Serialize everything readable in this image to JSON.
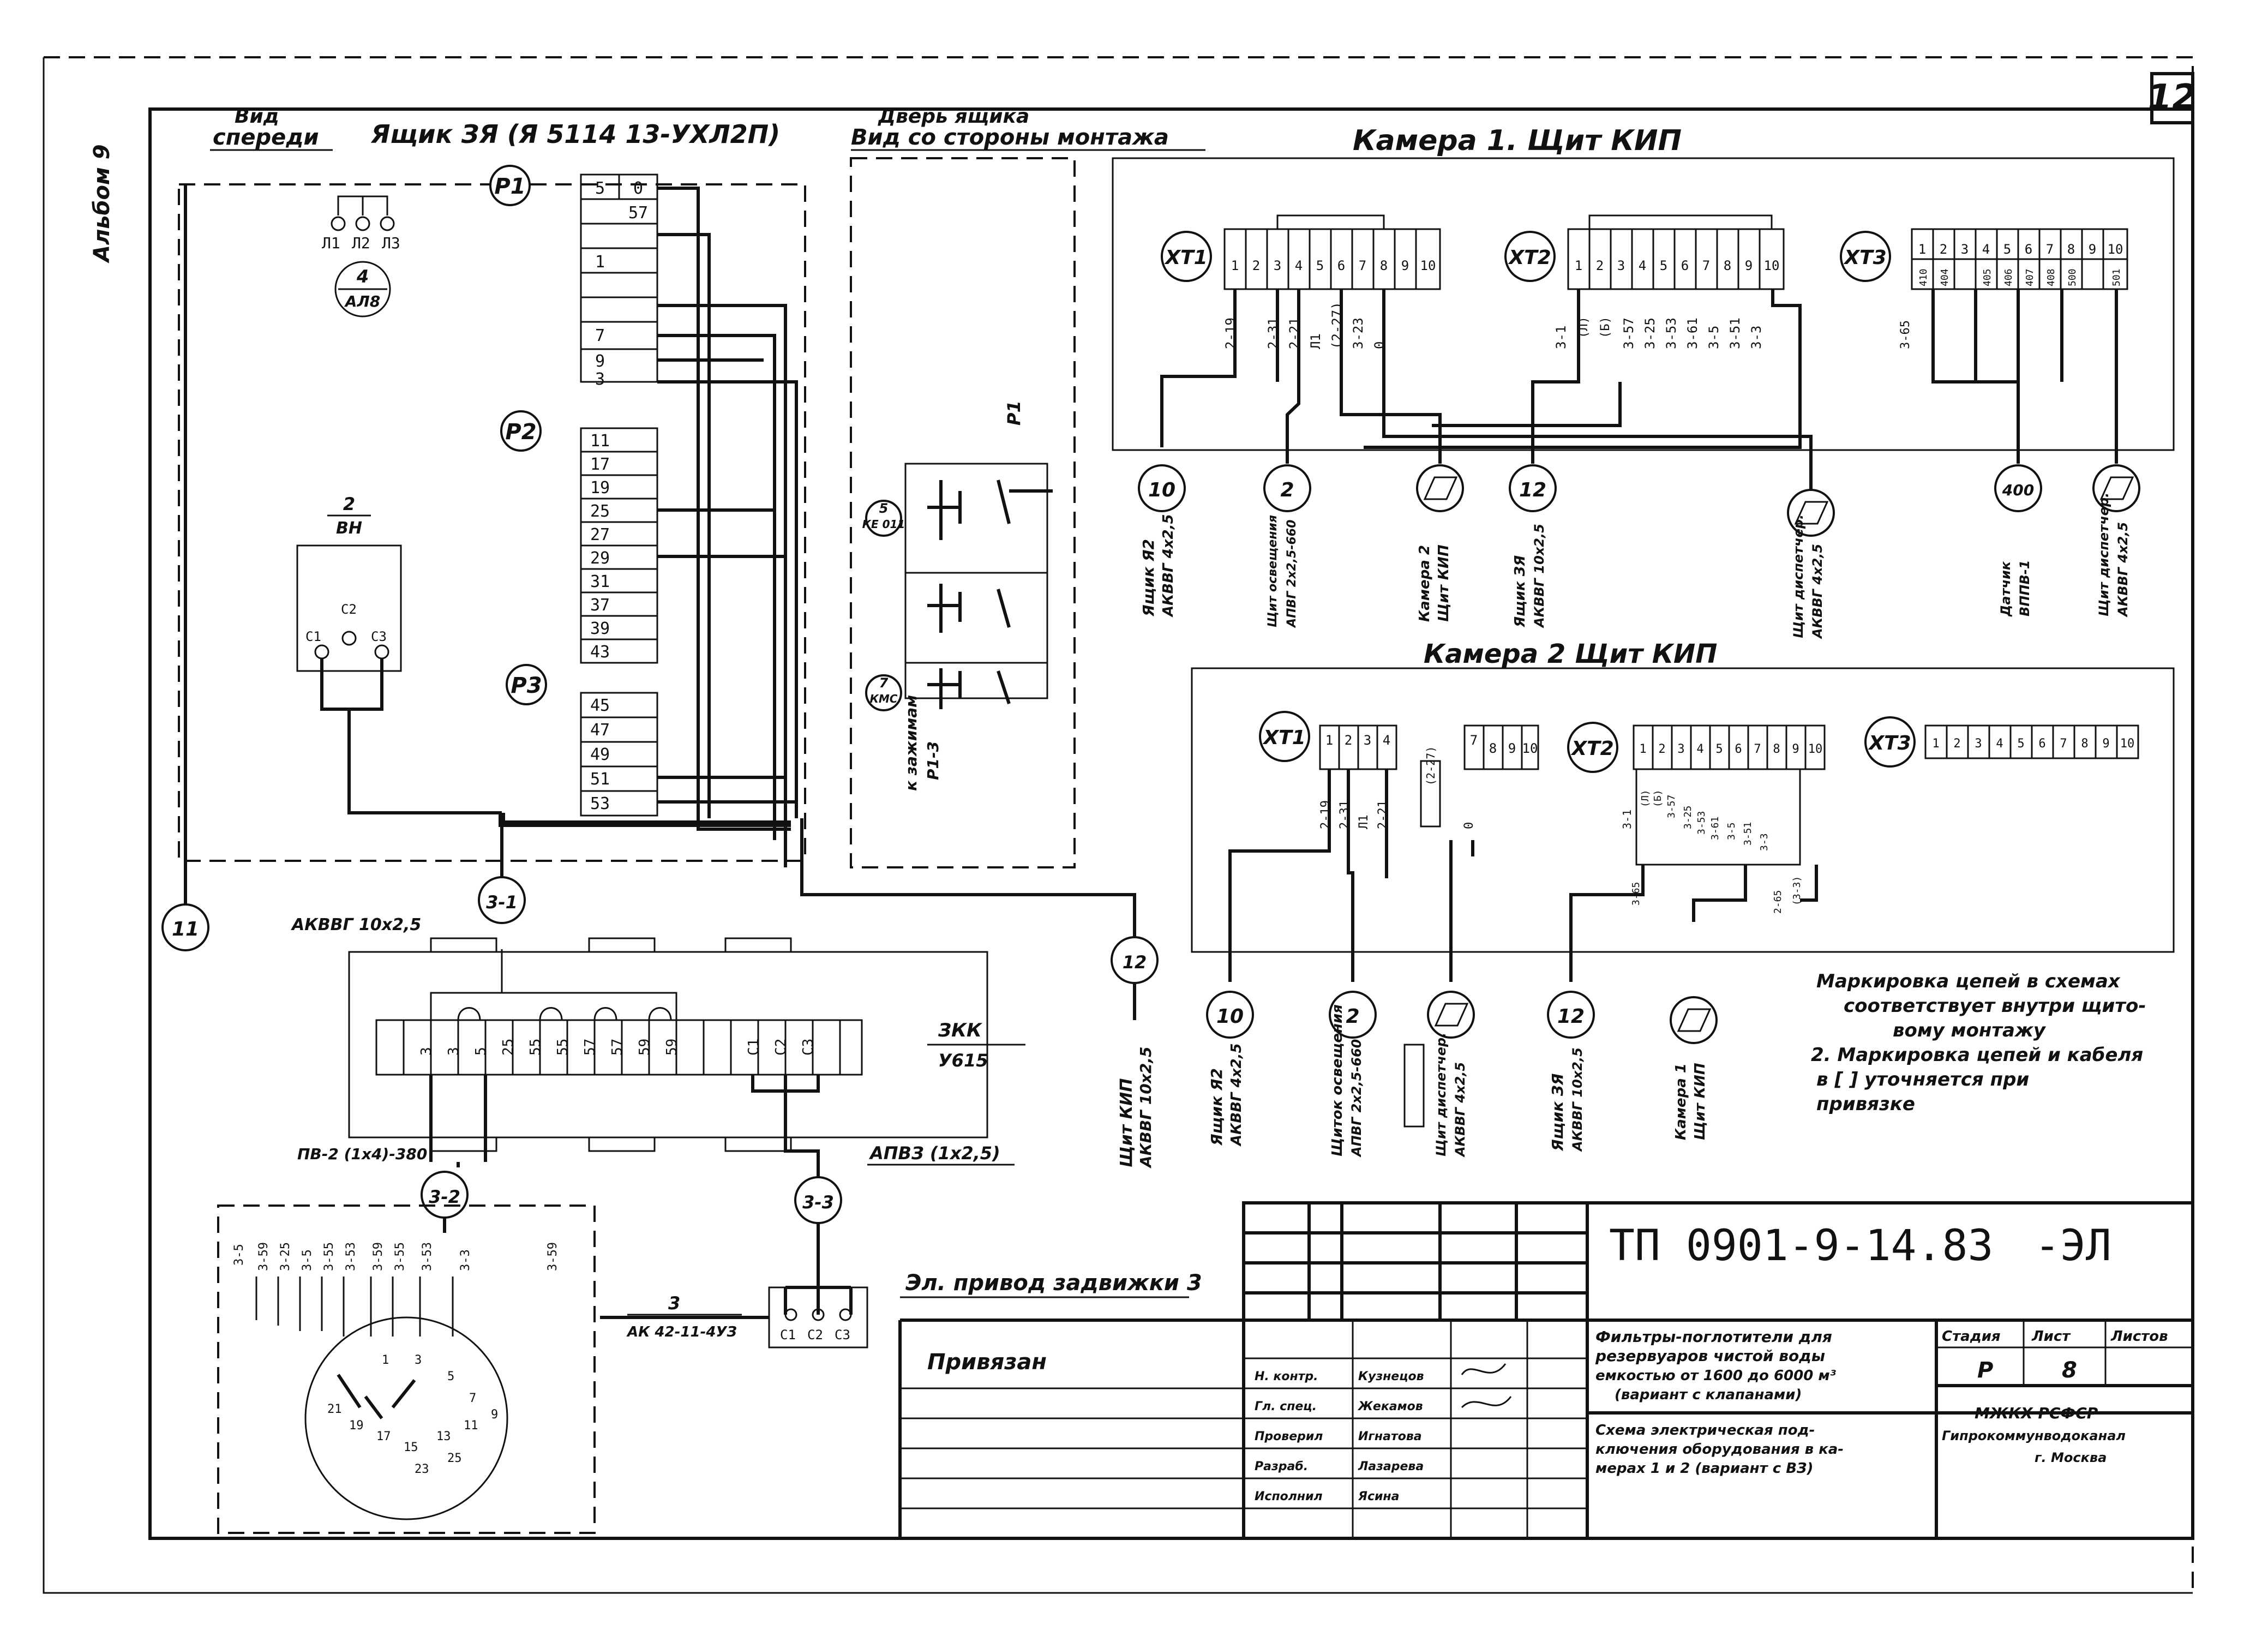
{
  "sheet_number": "12",
  "album_label": "Альбом 9",
  "panel": {
    "view_label_a": "Вид",
    "view_label_b": "спереди",
    "title": "Ящик ЗЯ (Я 5114 13-УХЛ2П)",
    "relays": [
      "Р1",
      "Р2",
      "Р3"
    ],
    "lamp_marks": [
      "Л1",
      "Л2",
      "Л3"
    ],
    "lamp_ref": "4",
    "lamp_type": "АЛ8",
    "switch_ref": "2",
    "switch_type": "ВН",
    "switch_contacts": [
      "С1",
      "С2",
      "С3"
    ],
    "terminals_top": [
      "5",
      "0",
      "57",
      "1",
      "7",
      "9",
      "3"
    ],
    "terminals_mid": [
      "11",
      "17",
      "19",
      "25",
      "27",
      "29",
      "31",
      "37",
      "39",
      "43"
    ],
    "terminals_bot": [
      "45",
      "47",
      "49",
      "51",
      "53"
    ]
  },
  "door": {
    "title_a": "Дверь ящика",
    "title_b": "Вид со стороны монтажа",
    "relay_mark": "Р1",
    "button_refs": [
      "5",
      "7"
    ],
    "button_types": [
      "КЕ 011",
      "КМС"
    ],
    "note_a": "к зажимам",
    "note_b": "Р1-3"
  },
  "chamber1": {
    "title": "Камера 1. Щит КИП",
    "blocks": [
      {
        "id": "ХТ1",
        "terminals": [
          "1",
          "2",
          "3",
          "4",
          "5",
          "6",
          "7",
          "8",
          "9",
          "10"
        ]
      },
      {
        "id": "ХТ2",
        "terminals": [
          "1",
          "2",
          "3",
          "4",
          "5",
          "6",
          "7",
          "8",
          "9",
          "10"
        ]
      },
      {
        "id": "ХТ3",
        "terminals": [
          "1",
          "2",
          "3",
          "4",
          "5",
          "6",
          "7",
          "8",
          "9",
          "10"
        ]
      }
    ],
    "xt1_wires": [
      "2-19",
      "2-31",
      "2-21",
      "Л1",
      "(2-27)",
      "3-23",
      "0"
    ],
    "xt2_wires": [
      "3-1",
      "(Л)",
      "(Б)",
      "3-57",
      "3-25",
      "3-53",
      "3-61",
      "3-5",
      "3-51",
      "3-3"
    ],
    "xt3_wires": [
      "3-65",
      "410",
      "404",
      "405",
      "406",
      "407",
      "408",
      "500",
      "501"
    ],
    "cables": [
      {
        "ref": "10",
        "line1": "Ящик Я2",
        "line2": "АКВВГ 4х2,5"
      },
      {
        "ref": "2",
        "line1": "Щит освещения",
        "line2": "АПВГ 2х2,5-660"
      },
      {
        "ref": "",
        "line1": "Камера 2",
        "line2": "Щит КИП"
      },
      {
        "ref": "12",
        "line1": "Ящик ЗЯ",
        "line2": "АКВВГ 10х2,5"
      },
      {
        "ref": "",
        "line1": "Щит диспетчер.",
        "line2": "АКВВГ 4х2,5"
      },
      {
        "ref": "400",
        "line1": "Датчик",
        "line2": "ВППВ-1"
      },
      {
        "ref": "",
        "line1": "Щит диспетчер.",
        "line2": "АКВВГ 4х2,5"
      }
    ]
  },
  "chamber2": {
    "title": "Камера 2   Щит КИП",
    "blocks": [
      {
        "id": "ХТ1",
        "terminals": [
          "1",
          "2",
          "3",
          "4",
          "7",
          "8",
          "9",
          "10"
        ]
      },
      {
        "id": "ХТ2",
        "terminals": [
          "1",
          "2",
          "3",
          "4",
          "5",
          "6",
          "7",
          "8",
          "9",
          "10"
        ]
      },
      {
        "id": "ХТ3",
        "terminals": [
          "1",
          "2",
          "3",
          "4",
          "5",
          "6",
          "7",
          "8",
          "9",
          "10"
        ]
      }
    ],
    "xt1_wires": [
      "2-19",
      "2-31",
      "Л1",
      "2-21",
      "(2-27)",
      "0"
    ],
    "xt2_wires": [
      "3-1",
      "(Л)",
      "(Б)",
      "3-57",
      "3-25",
      "3-53",
      "3-61",
      "3-5",
      "3-51",
      "3-3",
      "3-65",
      "2-65",
      "(3-3)"
    ],
    "cables": [
      {
        "ref": "10",
        "line1": "Ящик Я2",
        "line2": "АКВВГ 4х2,5"
      },
      {
        "ref": "2",
        "line1": "Щиток освещения",
        "line2": "АПВГ 2х2,5-660"
      },
      {
        "ref": "",
        "line1": "Щит диспетчер.",
        "line2": "АКВВГ 4х2,5"
      },
      {
        "ref": "12",
        "line1": "Ящик ЗЯ",
        "line2": "АКВВГ 10х2,5"
      },
      {
        "ref": "",
        "line1": "Камера 1",
        "line2": "Щит КИП"
      }
    ]
  },
  "junction": {
    "cable_in": "АКВВГ 10х2,5",
    "ref_in": "3-1",
    "ref_left": "11",
    "ref_shield": "12",
    "shield_label_a": "Щит КИП",
    "shield_label_b": "АКВВГ 10х2,5",
    "type_a": "ЗКК",
    "type_b": "У615",
    "terminals": [
      "3",
      "3",
      "5",
      "25",
      "55",
      "55",
      "57",
      "57",
      "59",
      "59",
      "С1",
      "С2",
      "С3"
    ],
    "cable_out_left": "ПВ-2 (1х4)-380",
    "ref_out_left": "3-2",
    "cable_out_right": "АПВЗ (1х2,5)",
    "ref_out_right": "3-3"
  },
  "drive": {
    "title": "Эл. привод задвижки 3",
    "ref": "3",
    "cable": "АК 42-11-4УЗ",
    "contacts": [
      "С1",
      "С2",
      "С3"
    ],
    "wires": [
      "3-5",
      "3-59",
      "3-25",
      "3-5",
      "3-55",
      "3-53",
      "3-59",
      "3-55",
      "3-53",
      "3-3",
      "3-59"
    ],
    "dial_marks": [
      "1",
      "3",
      "5",
      "7",
      "9",
      "11",
      "13",
      "15",
      "17",
      "19",
      "21",
      "23",
      "25"
    ]
  },
  "notes": {
    "line1": "Маркировка цепей в схемах",
    "line2": "соответствует внутри щито-",
    "line3": "вому монтажу",
    "line4": "2. Маркировка цепей и кабеля",
    "line5": "в [  ] уточняется при",
    "line6": "привязке"
  },
  "title_block": {
    "doc_code": "ТП 0901-9-14.83",
    "doc_suffix": "-ЭЛ",
    "privyazan": "Привязан",
    "description_a": "Фильтры-поглотители для",
    "description_b": "резервуаров чистой воды",
    "description_c": "емкостью от 1600 до 6000 м³",
    "description_d": "(вариант с клапанами)",
    "sheet_title_a": "Схема электрическая под-",
    "sheet_title_b": "ключения оборудования в ка-",
    "sheet_title_c": "мерах 1 и 2 (вариант с ВЗ)",
    "col_stage": "Стадия",
    "col_sheet": "Лист",
    "col_sheets": "Листов",
    "stage": "Р",
    "sheet": "8",
    "org_a": "МЖКХ РСФСР",
    "org_b": "Гипрокоммунводоканал",
    "org_c": "г. Москва",
    "signatures": [
      "Н. контр.",
      "Гл. спец.",
      "Проверил",
      "Разраб.",
      "Исполнил"
    ],
    "names": [
      "Кузнецов",
      "Жекамов",
      "Игнатова",
      "Лазарева",
      "Ясина"
    ]
  }
}
